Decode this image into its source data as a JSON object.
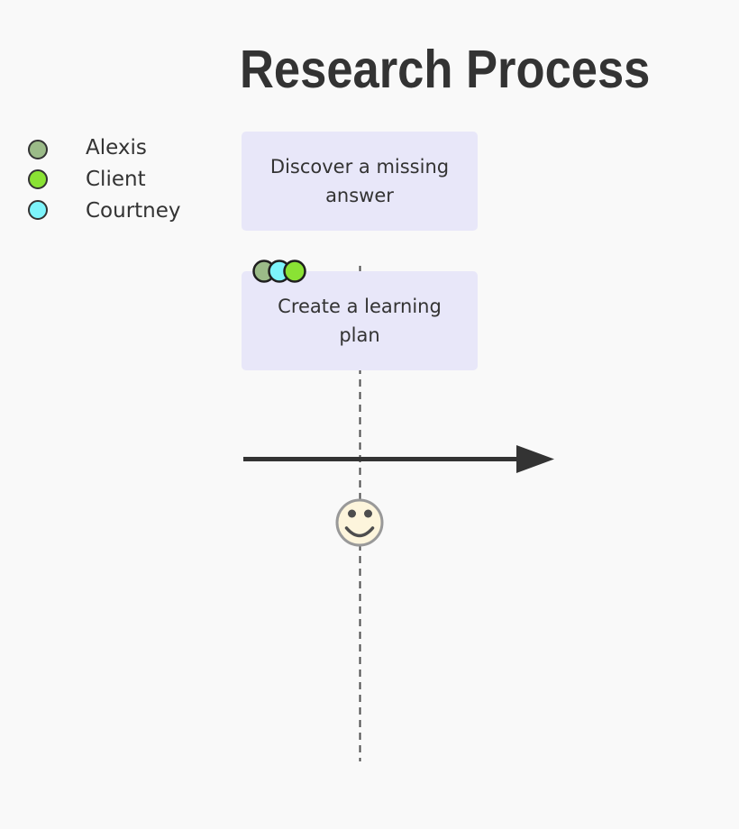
{
  "title": "Research Process",
  "colors": {
    "background": "#f9f9f9",
    "task_fill": "#e8e7f9",
    "text": "#333333",
    "axis": "#333333"
  },
  "legend": {
    "actors": [
      {
        "name": "Alexis",
        "color": "#9bbb88"
      },
      {
        "name": "Client",
        "color": "#8ae234"
      },
      {
        "name": "Courtney",
        "color": "#7df4fb"
      }
    ]
  },
  "tasks": [
    {
      "label": "Discover a missing answer",
      "actor_dots": []
    },
    {
      "label": "Create a learning plan",
      "actor_dots": [
        {
          "name": "Alexis",
          "color": "#9bbb88"
        },
        {
          "name": "Courtney",
          "color": "#7df4fb"
        },
        {
          "name": "Client",
          "color": "#8ae234"
        }
      ]
    }
  ],
  "face": {
    "mood": "happy",
    "fill": "#fdf5dc",
    "stroke": "#999999"
  }
}
